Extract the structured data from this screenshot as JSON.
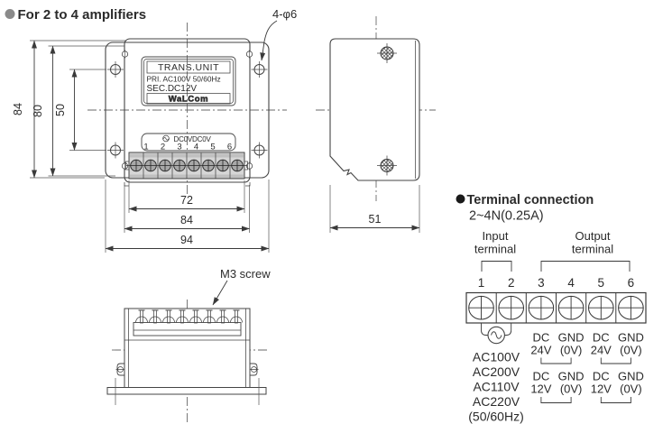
{
  "header": {
    "title": "For 2 to 4 amplifiers"
  },
  "front_view": {
    "nameplate": {
      "title": "TRANS.UNIT",
      "pri": "PRI. AC100V 50/60Hz",
      "sec": "SEC.DC12V",
      "logo": "WaLCom"
    },
    "terminal_strip": {
      "label": "DC0VDC0V",
      "numbers": [
        "1",
        "2",
        "3",
        "4",
        "5",
        "6"
      ]
    }
  },
  "dimensions": {
    "left": {
      "outer": "84",
      "inner": "80",
      "holes": "50"
    },
    "bottom": {
      "block": "72",
      "body": "84",
      "flange": "94"
    },
    "side": {
      "depth": "51"
    },
    "hole_callout": "4-φ6",
    "screw_callout": "M3 screw"
  },
  "terminal_connection": {
    "title": "Terminal connection",
    "subtitle": "2~4N(0.25A)",
    "input_group": {
      "line1": "Input",
      "line2": "terminal"
    },
    "output_group": {
      "line1": "Output",
      "line2": "terminal"
    },
    "terminal_numbers": [
      "1",
      "2",
      "3",
      "4",
      "5",
      "6"
    ],
    "ac_source_labels": [
      "AC100V",
      "AC200V",
      "AC110V",
      "AC220V",
      "(50/60Hz)"
    ],
    "dc24_row": [
      {
        "top": "DC",
        "bottom": "24V"
      },
      {
        "top": "GND",
        "bottom": "(0V)"
      },
      {
        "top": "DC",
        "bottom": "24V"
      },
      {
        "top": "GND",
        "bottom": "(0V)"
      }
    ],
    "dc12_row": [
      {
        "top": "DC",
        "bottom": "12V"
      },
      {
        "top": "GND",
        "bottom": "(0V)"
      },
      {
        "top": "DC",
        "bottom": "12V"
      },
      {
        "top": "GND",
        "bottom": "(0V)"
      }
    ]
  },
  "colors": {
    "line": "#444444",
    "centerline": "#6a6a6a",
    "bullet_gray": "#8a8a8a",
    "bullet_black": "#1a1a1a",
    "block_fill": "#d6d6d6",
    "screw_fill": "#a8a8a8"
  }
}
